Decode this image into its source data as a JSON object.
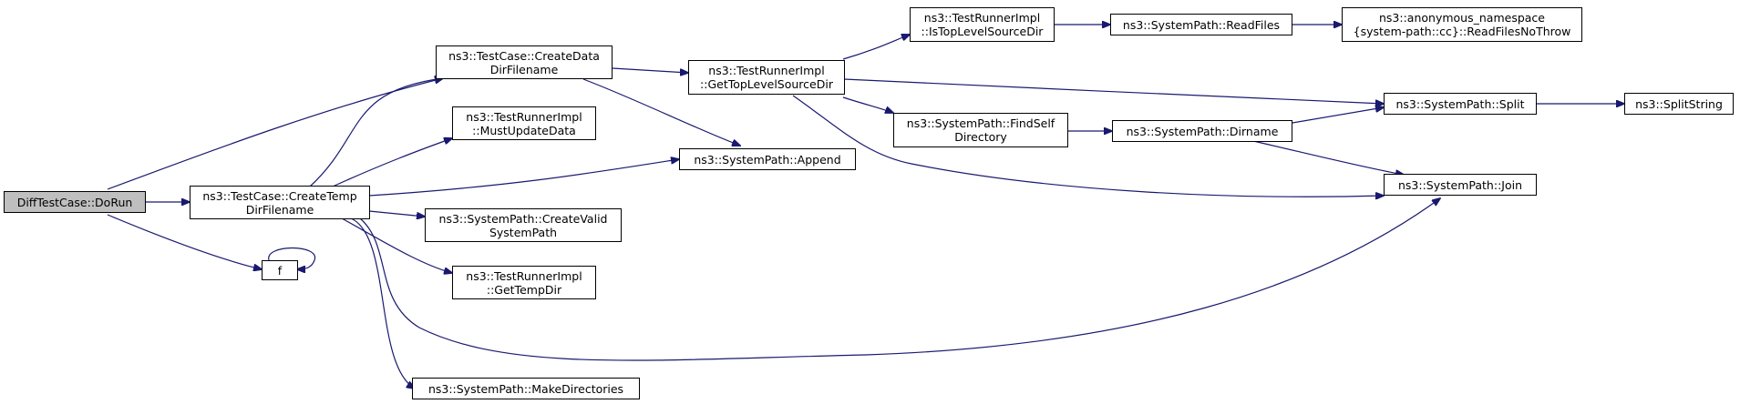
{
  "graph": {
    "edge_color": "#191970",
    "root_fill": "#bfbfbf",
    "nodes": {
      "diff_dorun": {
        "lines": [
          "DiffTestCase::DoRun"
        ],
        "root": true
      },
      "create_data_dir": {
        "lines": [
          "ns3::TestCase::CreateData",
          "DirFilename"
        ]
      },
      "create_temp_dir": {
        "lines": [
          "ns3::TestCase::CreateTemp",
          "DirFilename"
        ]
      },
      "f": {
        "lines": [
          "f"
        ]
      },
      "must_update_data": {
        "lines": [
          "ns3::TestRunnerImpl",
          "::MustUpdateData"
        ]
      },
      "append": {
        "lines": [
          "ns3::SystemPath::Append"
        ]
      },
      "create_valid_path": {
        "lines": [
          "ns3::SystemPath::CreateValid",
          "SystemPath"
        ]
      },
      "get_temp_dir": {
        "lines": [
          "ns3::TestRunnerImpl",
          "::GetTempDir"
        ]
      },
      "make_directories": {
        "lines": [
          "ns3::SystemPath::MakeDirectories"
        ]
      },
      "get_top_level": {
        "lines": [
          "ns3::TestRunnerImpl",
          "::GetTopLevelSourceDir"
        ]
      },
      "is_top_level": {
        "lines": [
          "ns3::TestRunnerImpl",
          "::IsTopLevelSourceDir"
        ]
      },
      "find_self_dir": {
        "lines": [
          "ns3::SystemPath::FindSelf",
          "Directory"
        ]
      },
      "read_files": {
        "lines": [
          "ns3::SystemPath::ReadFiles"
        ]
      },
      "read_files_no_throw": {
        "lines": [
          "ns3::anonymous_namespace",
          "{system-path::cc}::ReadFilesNoThrow"
        ]
      },
      "dirname": {
        "lines": [
          "ns3::SystemPath::Dirname"
        ]
      },
      "split": {
        "lines": [
          "ns3::SystemPath::Split"
        ]
      },
      "join": {
        "lines": [
          "ns3::SystemPath::Join"
        ]
      },
      "split_string": {
        "lines": [
          "ns3::SplitString"
        ]
      }
    }
  }
}
